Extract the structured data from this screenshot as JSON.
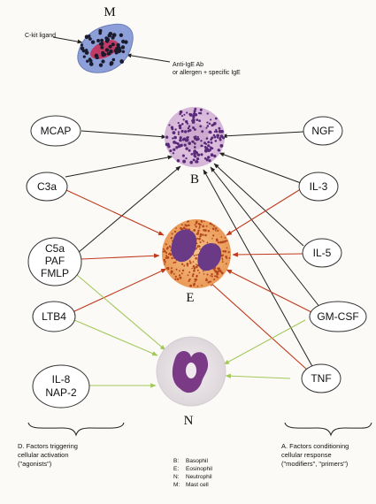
{
  "cells": {
    "mast": "M",
    "basophil": "B",
    "eosinophil": "E",
    "neutrophil": "N"
  },
  "annotations": {
    "ckit": "C-kit ligand",
    "anti_ige_1": "Anti-IgE Ab",
    "anti_ige_2": "or allergen + specific IgE"
  },
  "factors": {
    "mcap": "MCAP",
    "c3a": "C3a",
    "c5a": "C5a",
    "paf": "PAF",
    "fmlp": "FMLP",
    "ltb4": "LTB4",
    "il8": "IL-8",
    "nap2": "NAP-2",
    "ngf": "NGF",
    "il3": "IL-3",
    "il5": "IL-5",
    "gmcsf": "GM-CSF",
    "tnf": "TNF"
  },
  "captions": {
    "left": [
      "D. Factors triggering",
      "cellular activation",
      "(\"agonists\")"
    ],
    "right": [
      "A. Factors conditioning",
      "cellular response",
      "(\"modifiers\", \"primers\")"
    ]
  },
  "legend": [
    {
      "key": "B:",
      "label": "Basophil"
    },
    {
      "key": "E:",
      "label": "Eosinophil"
    },
    {
      "key": "N:",
      "label": "Neutrophil"
    },
    {
      "key": "M:",
      "label": "Mast cell"
    }
  ],
  "colors": {
    "black_arrow": "#222222",
    "red_arrow": "#c0391b",
    "green_arrow": "#a3c85a",
    "mast_cell": "#8d9fd8",
    "basophil": "#dcc2df",
    "eosinophil": "#f0b777",
    "neutrophil": "#ece8ea"
  }
}
